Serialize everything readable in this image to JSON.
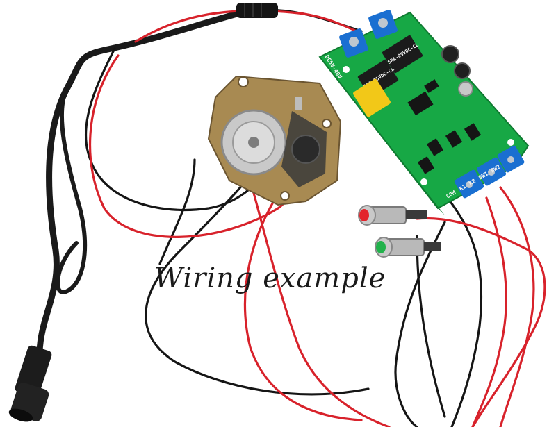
{
  "caption": "Wiring example",
  "board": {
    "terminal_labels": [
      "COM",
      "K1",
      "K2",
      "SW1",
      "SW2"
    ],
    "input_label": "DC5V-40V",
    "relay_text": "SRA-05VDC-CL"
  },
  "colors": {
    "board_green": "#17a845",
    "wire_red": "#d8222b",
    "wire_black": "#151515",
    "terminal_blue": "#1a6fd1",
    "capacitor_yellow": "#f2c818",
    "button_red": "#e3242b",
    "button_green": "#22b24c"
  }
}
